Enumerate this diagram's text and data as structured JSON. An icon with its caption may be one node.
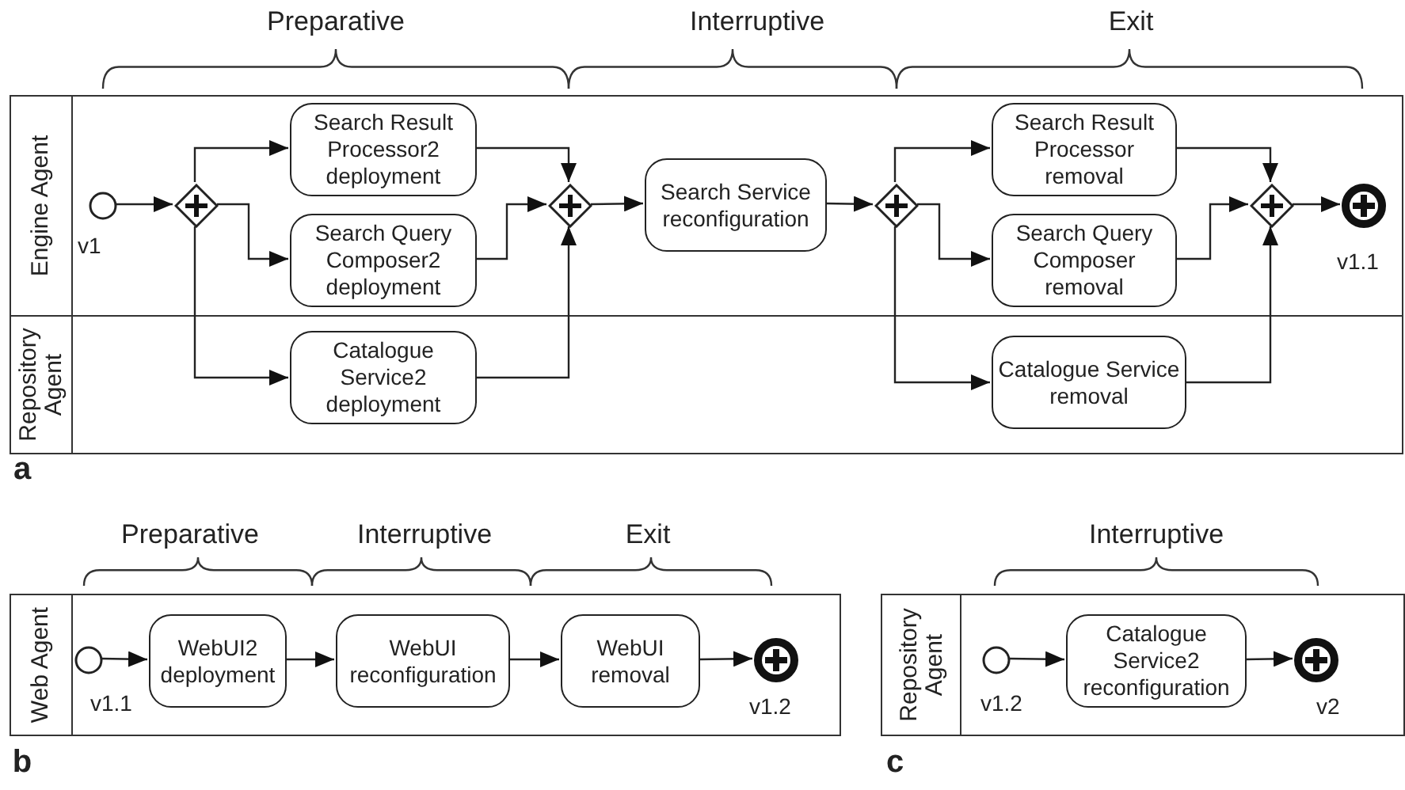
{
  "diagram": {
    "nodes": [
      {
        "text": [
          "Engine Agent"
        ]
      },
      {
        "text": [
          "Repository Agent"
        ]
      },
      {
        "text": [],
        "shape": "circle",
        "beside": [
          "v1"
        ],
        "in": 0
      },
      {
        "text": [],
        "shape": "diamond",
        "in": 0
      },
      {
        "text": [
          "Search Result Processor2 deployment"
        ],
        "in": 0
      },
      {
        "text": [
          "Search Query Composer2 deployment"
        ],
        "in": 0
      },
      {
        "text": [
          "Catalogue Service2 deployment"
        ],
        "in": 1
      },
      {
        "text": [],
        "shape": "diamond",
        "in": 0
      },
      {
        "text": [
          "Search Service reconfiguration"
        ],
        "in": 0
      },
      {
        "text": [],
        "shape": "diamond",
        "in": 0
      },
      {
        "text": [
          "Search Result Processor removal"
        ],
        "in": 0
      },
      {
        "text": [
          "Search Query Composer removal"
        ],
        "in": 0
      },
      {
        "text": [
          "Catalogue Service removal"
        ],
        "in": 1
      },
      {
        "text": [],
        "shape": "diamond",
        "in": 0
      },
      {
        "text": [],
        "shape": "disc",
        "beside": [
          "v1.1"
        ],
        "in": 0
      },
      {
        "text": [
          "Web Agent"
        ]
      },
      {
        "text": [],
        "shape": "circle",
        "beside": [
          "v1.1"
        ],
        "in": 15
      },
      {
        "text": [
          "WebUI2 deployment"
        ],
        "in": 15
      },
      {
        "text": [
          "WebUI reconfiguration"
        ],
        "in": 15
      },
      {
        "text": [
          "WebUI removal"
        ],
        "in": 15
      },
      {
        "text": [],
        "shape": "disc",
        "beside": [
          "v1.2"
        ],
        "in": 15
      },
      {
        "text": [
          "Repository Agent"
        ]
      },
      {
        "text": [],
        "shape": "circle",
        "beside": [
          "v1.2"
        ],
        "in": 21
      },
      {
        "text": [
          "Catalogue Service2 reconfiguration"
        ],
        "in": 21
      },
      {
        "text": [],
        "shape": "disc",
        "beside": [
          "v2"
        ],
        "in": 21
      }
    ],
    "edges": [
      {
        "from": 2,
        "to": 3,
        "arrow": "to"
      },
      {
        "from": 3,
        "to": 4,
        "arrow": "to"
      },
      {
        "from": 3,
        "to": 5,
        "arrow": "to"
      },
      {
        "from": 3,
        "to": 6,
        "arrow": "to"
      },
      {
        "from": 4,
        "to": 7,
        "arrow": "to"
      },
      {
        "from": 5,
        "to": 7,
        "arrow": "to"
      },
      {
        "from": 6,
        "to": 7,
        "arrow": "to"
      },
      {
        "from": 7,
        "to": 8,
        "arrow": "to"
      },
      {
        "from": 8,
        "to": 9,
        "arrow": "to"
      },
      {
        "from": 9,
        "to": 10,
        "arrow": "to"
      },
      {
        "from": 9,
        "to": 11,
        "arrow": "to"
      },
      {
        "from": 9,
        "to": 12,
        "arrow": "to"
      },
      {
        "from": 10,
        "to": 13,
        "arrow": "to"
      },
      {
        "from": 11,
        "to": 13,
        "arrow": "to"
      },
      {
        "from": 12,
        "to": 13,
        "arrow": "to"
      },
      {
        "from": 13,
        "to": 14,
        "arrow": "to"
      },
      {
        "from": 16,
        "to": 17,
        "arrow": "to"
      },
      {
        "from": 17,
        "to": 18,
        "arrow": "to"
      },
      {
        "from": 18,
        "to": 19,
        "arrow": "to"
      },
      {
        "from": 19,
        "to": 20,
        "arrow": "to"
      },
      {
        "from": 22,
        "to": 23,
        "arrow": "to"
      },
      {
        "from": 23,
        "to": 24,
        "arrow": "to"
      }
    ],
    "labels": [
      "Preparative",
      "Interruptive",
      "Exit",
      "a",
      "Preparative",
      "Interruptive",
      "Exit",
      "Interruptive",
      "b",
      "c"
    ]
  }
}
